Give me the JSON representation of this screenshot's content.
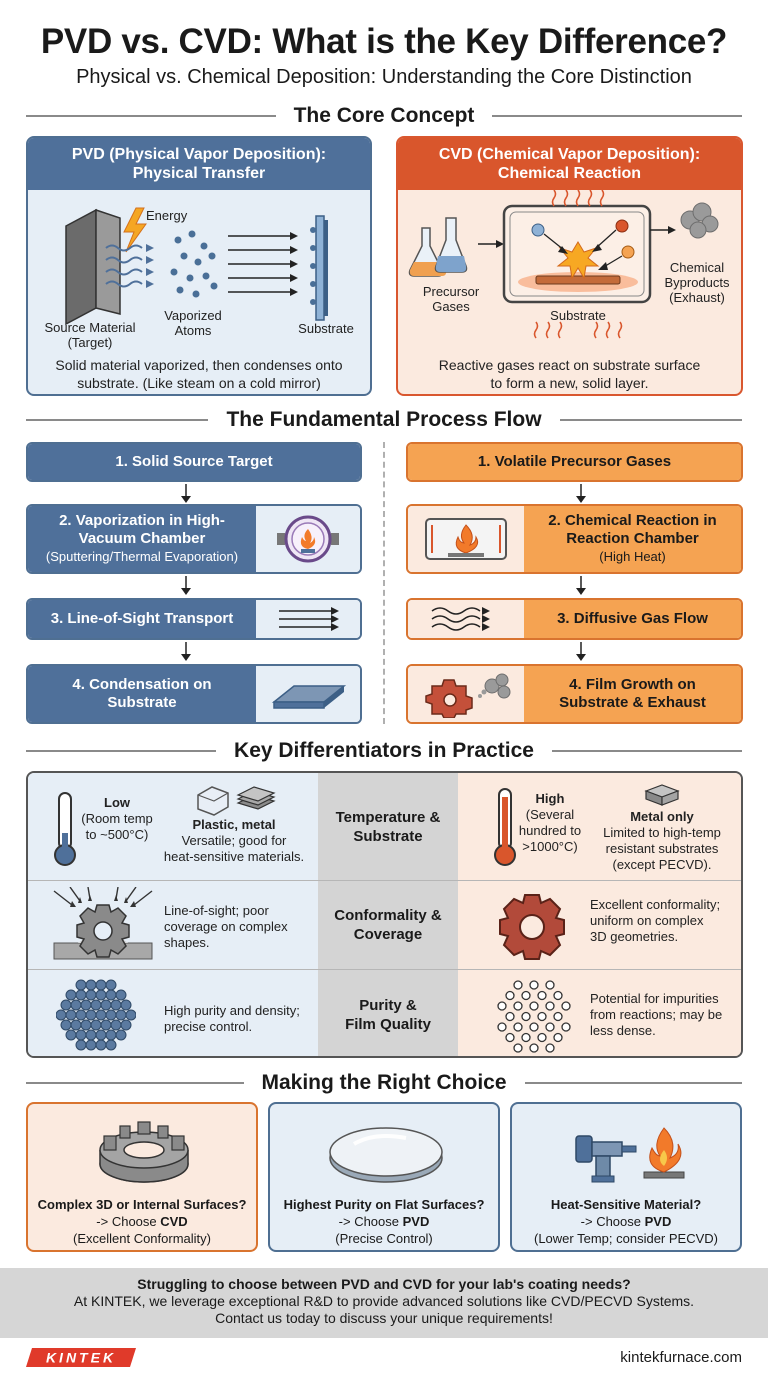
{
  "header": {
    "title": "PVD vs. CVD: What is the Key Difference?",
    "subtitle": "Physical vs. Chemical Deposition: Understanding the Core Distinction"
  },
  "sections": {
    "core": "The Core Concept",
    "flow": "The Fundamental Process Flow",
    "diff": "Key Differentiators in Practice",
    "choice": "Making the Right Choice"
  },
  "concept": {
    "pvd": {
      "title": "PVD (Physical Vapor Deposition):\nPhysical Transfer",
      "energy": "Energy",
      "source": "Source Material\n(Target)",
      "atoms": "Vaporized\nAtoms",
      "substrate": "Substrate",
      "caption": "Solid material vaporized, then condenses onto\nsubstrate. (Like steam on a cold mirror)"
    },
    "cvd": {
      "title": "CVD (Chemical Vapor Deposition):\nChemical Reaction",
      "precursor": "Precursor\nGases",
      "byproducts": "Chemical\nByproducts\n(Exhaust)",
      "substrate": "Substrate",
      "caption": "Reactive gases react on substrate surface\nto form a new, solid layer."
    }
  },
  "flow": {
    "pvd": [
      {
        "title": "1. Solid Source Target",
        "sub": ""
      },
      {
        "title": "2. Vaporization in High-\nVacuum Chamber",
        "sub": "(Sputtering/Thermal Evaporation)"
      },
      {
        "title": "3. Line-of-Sight Transport",
        "sub": ""
      },
      {
        "title": "4. Condensation on\nSubstrate",
        "sub": ""
      }
    ],
    "cvd": [
      {
        "title": "1. Volatile Precursor Gases",
        "sub": ""
      },
      {
        "title": "2. Chemical Reaction in\nReaction Chamber",
        "sub": "(High Heat)"
      },
      {
        "title": "3. Diffusive Gas Flow",
        "sub": ""
      },
      {
        "title": "4. Film Growth on\nSubstrate & Exhaust",
        "sub": ""
      }
    ]
  },
  "differentiators": {
    "temperature": {
      "criterion": "Temperature &\nSubstrate",
      "pvd_temp_title": "Low",
      "pvd_temp_detail": "(Room temp\nto ~500°C)",
      "pvd_sub_title": "Plastic, metal",
      "pvd_sub_detail": "Versatile; good for\nheat-sensitive materials.",
      "cvd_temp_title": "High",
      "cvd_temp_detail": "(Several\nhundred to\n>1000°C)",
      "cvd_sub_title": "Metal only",
      "cvd_sub_detail": "Limited to high-temp\nresistant substrates\n(except PECVD)."
    },
    "conformality": {
      "criterion": "Conformality &\nCoverage",
      "pvd": "Line-of-sight; poor\ncoverage on complex\nshapes.",
      "cvd": "Excellent conformality;\nuniform on complex\n3D geometries."
    },
    "purity": {
      "criterion": "Purity &\nFilm Quality",
      "pvd": "High purity and density;\nprecise control.",
      "cvd": "Potential for impurities\nfrom reactions; may be\nless dense."
    }
  },
  "choices": [
    {
      "question": "Complex 3D or Internal Surfaces?",
      "prefix": "-> Choose ",
      "choice": "CVD",
      "note": "(Excellent Conformality)"
    },
    {
      "question": "Highest Purity on Flat Surfaces?",
      "prefix": "-> Choose ",
      "choice": "PVD",
      "note": "(Precise Control)"
    },
    {
      "question": "Heat-Sensitive Material?",
      "prefix": "-> Choose ",
      "choice": "PVD",
      "note": "(Lower Temp; consider PECVD)"
    }
  ],
  "footer": {
    "line1": "Struggling to choose between PVD and CVD for your lab's coating needs?",
    "line2": "At KINTEK, we leverage exceptional R&D to provide advanced solutions like CVD/PECVD Systems.",
    "line3": "Contact us today to discuss your unique requirements!",
    "brand": "KINTEK",
    "site": "kintekfurnace.com"
  },
  "colors": {
    "pvd_blue": "#4f709a",
    "pvd_light": "#e6eef6",
    "cvd_red": "#d9562c",
    "cvd_orange": "#f5a352",
    "cvd_light": "#fbeadf"
  }
}
